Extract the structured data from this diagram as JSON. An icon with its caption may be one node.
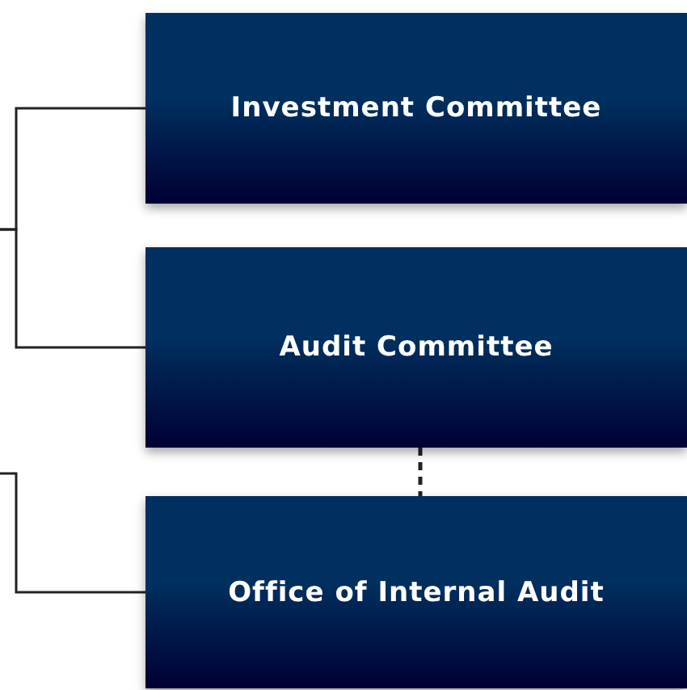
{
  "diagram": {
    "nodes": [
      {
        "text": [
          "Investment Committee"
        ]
      },
      {
        "text": [
          "Audit Committee"
        ]
      },
      {
        "text": [
          "Office of Internal Audit"
        ]
      }
    ],
    "edges": [
      {
        "from": null,
        "to": 0,
        "arrow": "none"
      },
      {
        "from": null,
        "to": 1,
        "arrow": "none"
      },
      {
        "from": null,
        "to": 2,
        "arrow": "none"
      },
      {
        "from": 1,
        "to": 2,
        "arrow": "none",
        "style": "dashed"
      }
    ]
  }
}
